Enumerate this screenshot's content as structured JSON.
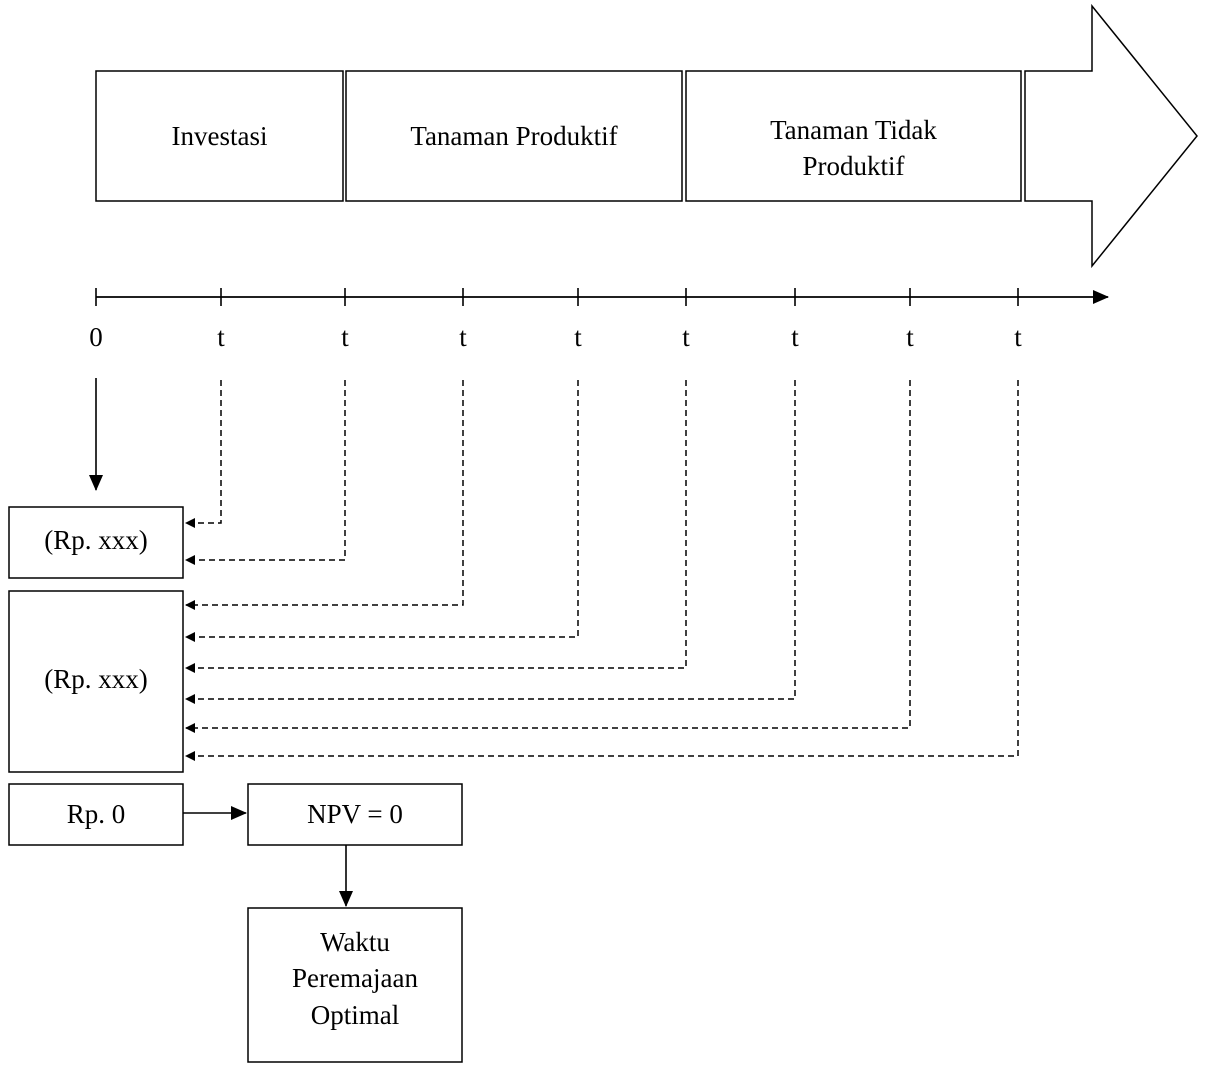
{
  "phases": [
    {
      "id": "investasi",
      "label": "Investasi"
    },
    {
      "id": "tanaman-produktif",
      "label": "Tanaman Produktif"
    },
    {
      "id": "tanaman-tidak-produktif",
      "label": "Tanaman Tidak\nProduktif"
    }
  ],
  "timeline": {
    "ticks": [
      "0",
      "t",
      "t",
      "t",
      "t",
      "t",
      "t",
      "t",
      "t"
    ]
  },
  "boxes": {
    "cost_investment": "(Rp. xxx)",
    "cost_production": "(Rp. xxx)",
    "zero": "Rp. 0",
    "npv": "NPV = 0",
    "result": "Waktu\nPeremajaan\nOptimal"
  }
}
